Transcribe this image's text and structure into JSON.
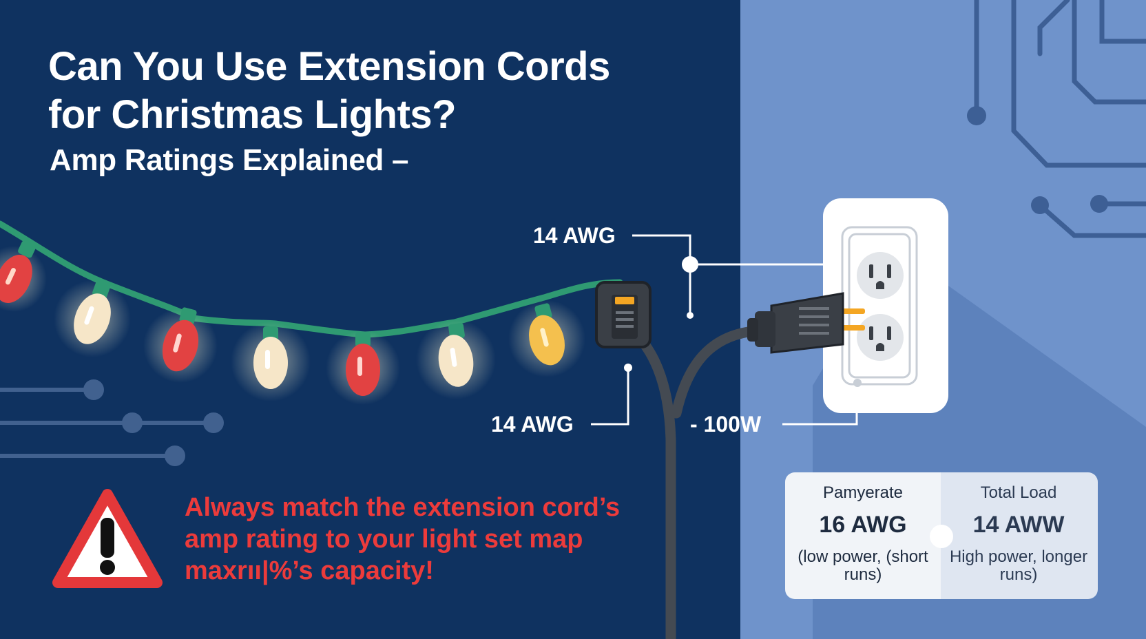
{
  "header": {
    "title": "Can You Use Extension Cords for Christmas Lights?",
    "subtitle": "Amp Ratings Explained –"
  },
  "callouts": {
    "top_gauge": "14 AWG",
    "mid_gauge": "14 AWG",
    "wattage": "- 100W"
  },
  "warning": {
    "text": "Always  match the extension cord’s amp rating to your light set map maxrıı|%’s capacity!"
  },
  "comparison": {
    "left": {
      "heading": "Pamyerate",
      "gauge": "16 AWG",
      "note": "(low power, (short runs)"
    },
    "right": {
      "heading": "Total Load",
      "gauge": "14 AWW",
      "note": "High power, longer runs)"
    }
  },
  "colors": {
    "left_panel": "#0f3260",
    "right_panel": "#6f93cb",
    "accent_red": "#ec3b3b",
    "cord_green": "#2f9a72",
    "cord_gray": "#444a52"
  },
  "icons": {
    "light_string": "christmas-light-string-icon",
    "plug": "extension-plug-icon",
    "outlet": "wall-outlet-icon",
    "warning": "warning-triangle-icon",
    "circuit": "circuit-trace-icon"
  }
}
